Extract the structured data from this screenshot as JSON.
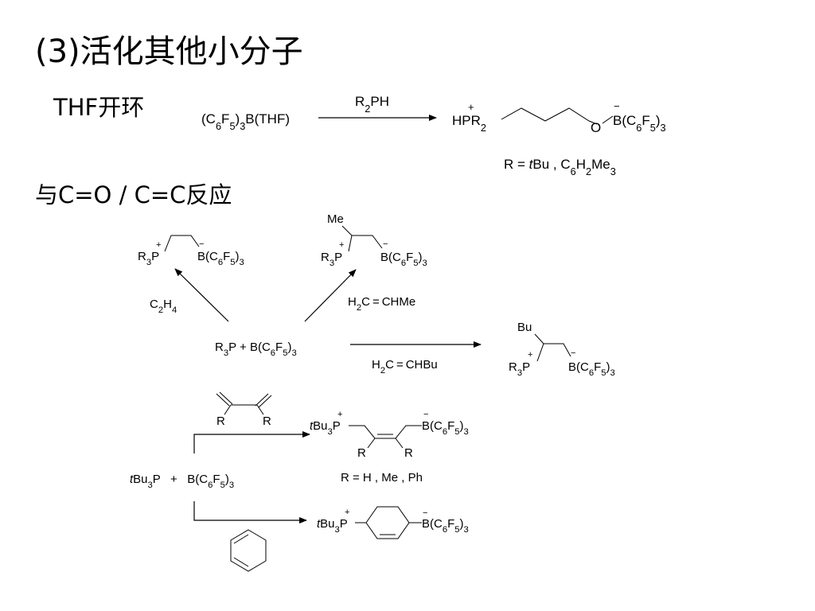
{
  "slide": {
    "title": "(3)活化其他小分子",
    "section1_label": "THF开环",
    "section2_label": "与C=O / C=C反应"
  },
  "thf_reaction": {
    "reactant_parts": [
      "(C",
      "6",
      "F",
      "5",
      ")",
      "3",
      "B(THF)"
    ],
    "reagent_parts": [
      "R",
      "2",
      "PH"
    ],
    "product_left_parts": [
      "HPR",
      "2"
    ],
    "product_o": "O",
    "product_right_parts": [
      "B(C",
      "6",
      "F",
      "5",
      ")",
      "3"
    ],
    "plus_charge": "+",
    "minus_charge": "−",
    "r_definition_parts": [
      "R = ",
      "t",
      "Bu , C",
      "6",
      "H",
      "2",
      "Me",
      "3"
    ]
  },
  "alkene_reactions": {
    "center_reactant_parts": [
      "R",
      "3",
      "P",
      "   +  B(C",
      "6",
      "F",
      "5",
      ")",
      "3"
    ],
    "ethylene_parts": [
      "C",
      "2",
      "H",
      "4"
    ],
    "propene_parts": [
      "H",
      "2",
      "C",
      "=",
      "CHMe"
    ],
    "hexene_parts": [
      "H",
      "2",
      "C",
      "=",
      "CHBu"
    ],
    "product_ethylene": {
      "left_parts": [
        "R",
        "3",
        "P"
      ],
      "right_parts": [
        "B(C",
        "6",
        "F",
        "5",
        ")",
        "3"
      ]
    },
    "product_propene": {
      "substituent": "Me",
      "left_parts": [
        "R",
        "3",
        "P"
      ],
      "right_parts": [
        "B(C",
        "6",
        "F",
        "5",
        ")",
        "3"
      ]
    },
    "product_hexene": {
      "substituent": "Bu",
      "left_parts": [
        "R",
        "3",
        "P"
      ],
      "right_parts": [
        "B(C",
        "6",
        "F",
        "5",
        ")",
        "3"
      ]
    }
  },
  "diene_reactions": {
    "reactant_parts": [
      "t",
      "Bu",
      "3",
      "P   +   B(C",
      "6",
      "F",
      "5",
      ")",
      "3"
    ],
    "diene_substituent_left": "R",
    "diene_substituent_right": "R",
    "product_diene": {
      "left_parts": [
        "t",
        "Bu",
        "3",
        "P"
      ],
      "right_parts": [
        "B(C",
        "6",
        "F",
        "5",
        ")",
        "3"
      ],
      "sub_left": "R",
      "sub_right": "R"
    },
    "r_definition": "R = H , Me , Ph",
    "product_cyclohexadiene": {
      "left_parts": [
        "t",
        "Bu",
        "3",
        "P"
      ],
      "right_parts": [
        "B(C",
        "6",
        "F",
        "5",
        ")",
        "3"
      ]
    }
  }
}
